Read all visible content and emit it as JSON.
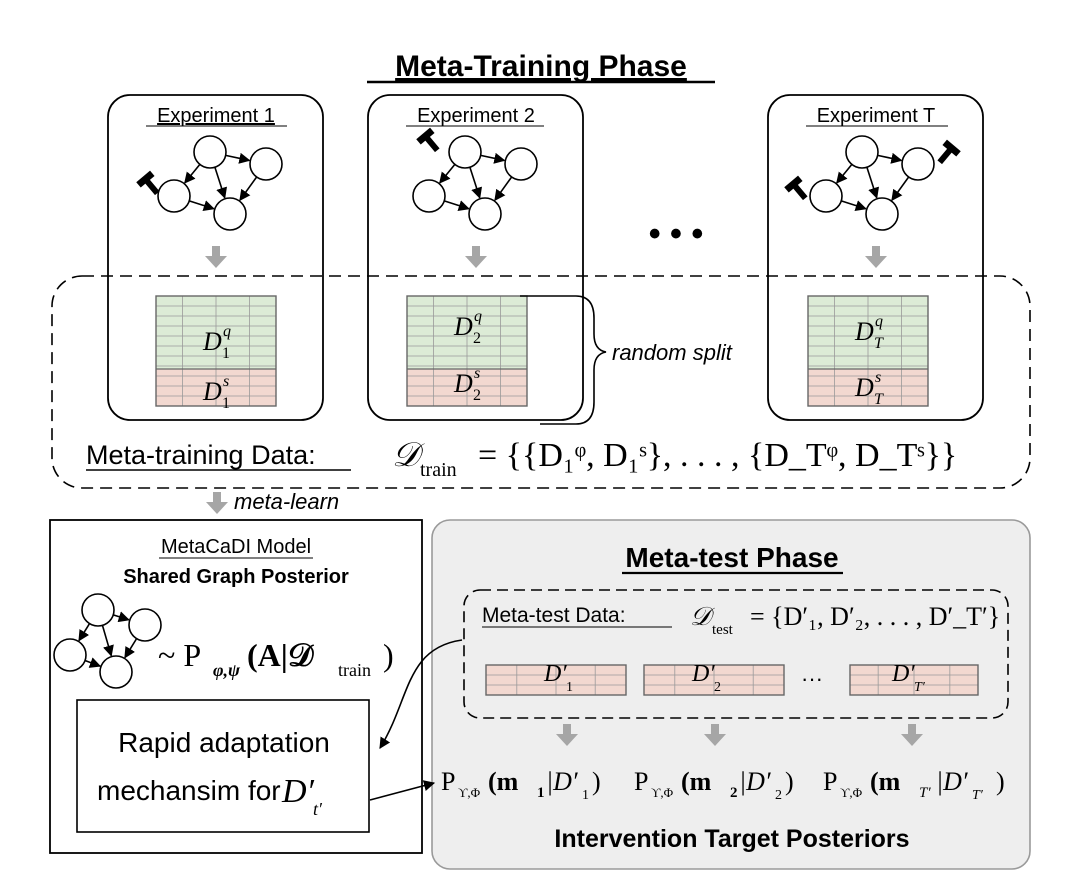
{
  "training": {
    "title": "Meta-Training Phase",
    "experiments": [
      {
        "label": "Experiment 1",
        "query": "D",
        "query_sup": "q",
        "query_sub": "1",
        "support": "D",
        "support_sup": "s",
        "support_sub": "1"
      },
      {
        "label": "Experiment 2",
        "query": "D",
        "query_sup": "q",
        "query_sub": "2",
        "support": "D",
        "support_sup": "s",
        "support_sub": "2"
      },
      {
        "label": "Experiment T",
        "query": "D",
        "query_sup": "q",
        "query_sub": "T",
        "support": "D",
        "support_sup": "s",
        "support_sub": "T"
      }
    ],
    "ellipsis": "• • •",
    "split_label": "random split",
    "data_label": "Meta-training Data:",
    "data_formula": {
      "lhs": "𝒟",
      "lhs_sub": "train",
      "rhs": "= {{D₁ᵠ, D₁ˢ}, . . . , {D_Tᵠ, D_Tˢ}}"
    },
    "learn_label": "meta-learn"
  },
  "model": {
    "title": "MetaCaDI Model",
    "subtitle": "Shared Graph Posterior",
    "posterior": "~ P",
    "posterior_sub": "φ,ψ",
    "posterior_args": "(A|𝒟",
    "posterior_args_sub": "train",
    "posterior_close": ")",
    "adapt_line1": "Rapid adaptation",
    "adapt_line2": "mechansim for ",
    "adapt_var": "D′",
    "adapt_var_sub": "t′"
  },
  "test": {
    "title": "Meta-test Phase",
    "data_label": "Meta-test Data:",
    "data_formula_lhs": "𝒟",
    "data_formula_sub": "test",
    "data_formula_rhs": "= {D′₁, D′₂, . . . , D′_T′}",
    "sets": [
      {
        "label": "D′",
        "sub": "1"
      },
      {
        "label": "D′",
        "sub": "2"
      },
      {
        "label": "D′",
        "sub": "T′"
      }
    ],
    "sets_ellipsis": "···",
    "posteriors": [
      {
        "prefix": "P",
        "sub": "ϒ,Φ",
        "arg": "(m",
        "arg_sub": "1",
        "cond": "|D′",
        "cond_sub": "1",
        "close": ")"
      },
      {
        "prefix": "P",
        "sub": "ϒ,Φ",
        "arg": "(m",
        "arg_sub": "2",
        "cond": "|D′",
        "cond_sub": "2",
        "close": ")"
      },
      {
        "prefix": "P",
        "sub": "ϒ,Φ",
        "arg": "(m",
        "arg_sub": "T′",
        "cond": "|D′",
        "cond_sub": "T′",
        "close": ")"
      }
    ],
    "footer": "Intervention Target Posteriors"
  },
  "colors": {
    "query_fill": "#dcebd6",
    "support_fill": "#f2d8d0",
    "test_panel_fill": "#eeeeee",
    "arrow_gray": "#a6a6a6",
    "grid_line": "#9a9a9a"
  }
}
